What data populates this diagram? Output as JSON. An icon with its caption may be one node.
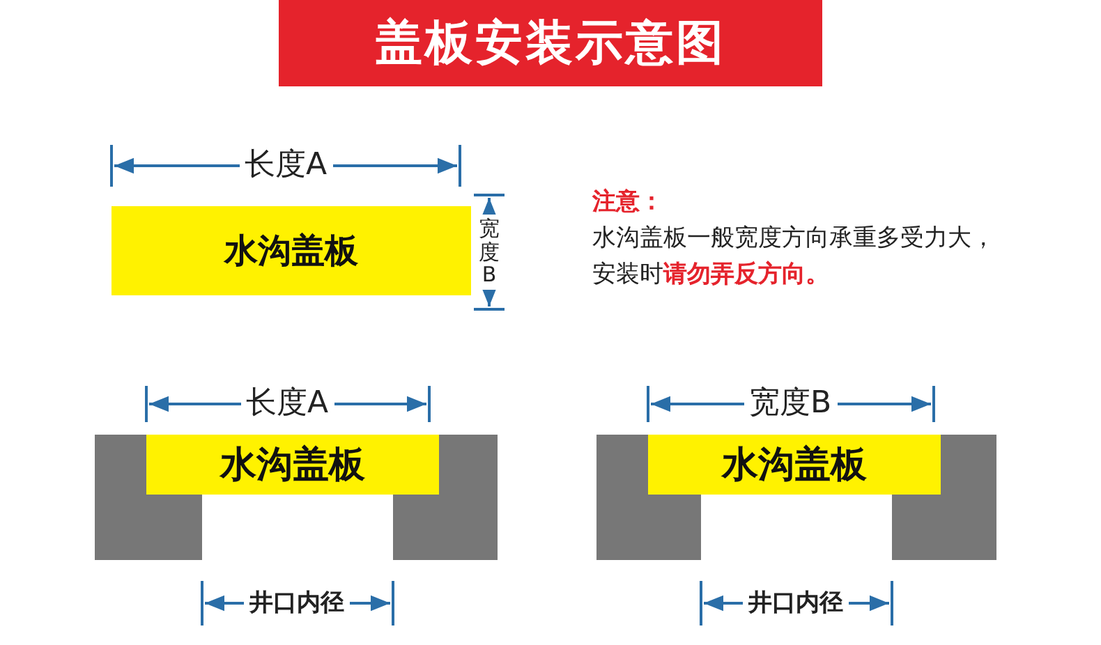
{
  "diagram": {
    "title": "盖板安装示意图",
    "nodes": [
      {
        "text": [
          "水沟盖板"
        ]
      },
      {
        "text": [
          "水沟盖板"
        ]
      },
      {
        "text": [
          "水沟盖板"
        ]
      }
    ],
    "labels": [
      "长度A",
      "注意：",
      "宽度B",
      "水沟盖板一般宽度方向承重多受力大，安装时**请勿弄反方向。**",
      "长度A",
      "宽度B",
      "井口内径",
      "井口内径"
    ]
  }
}
